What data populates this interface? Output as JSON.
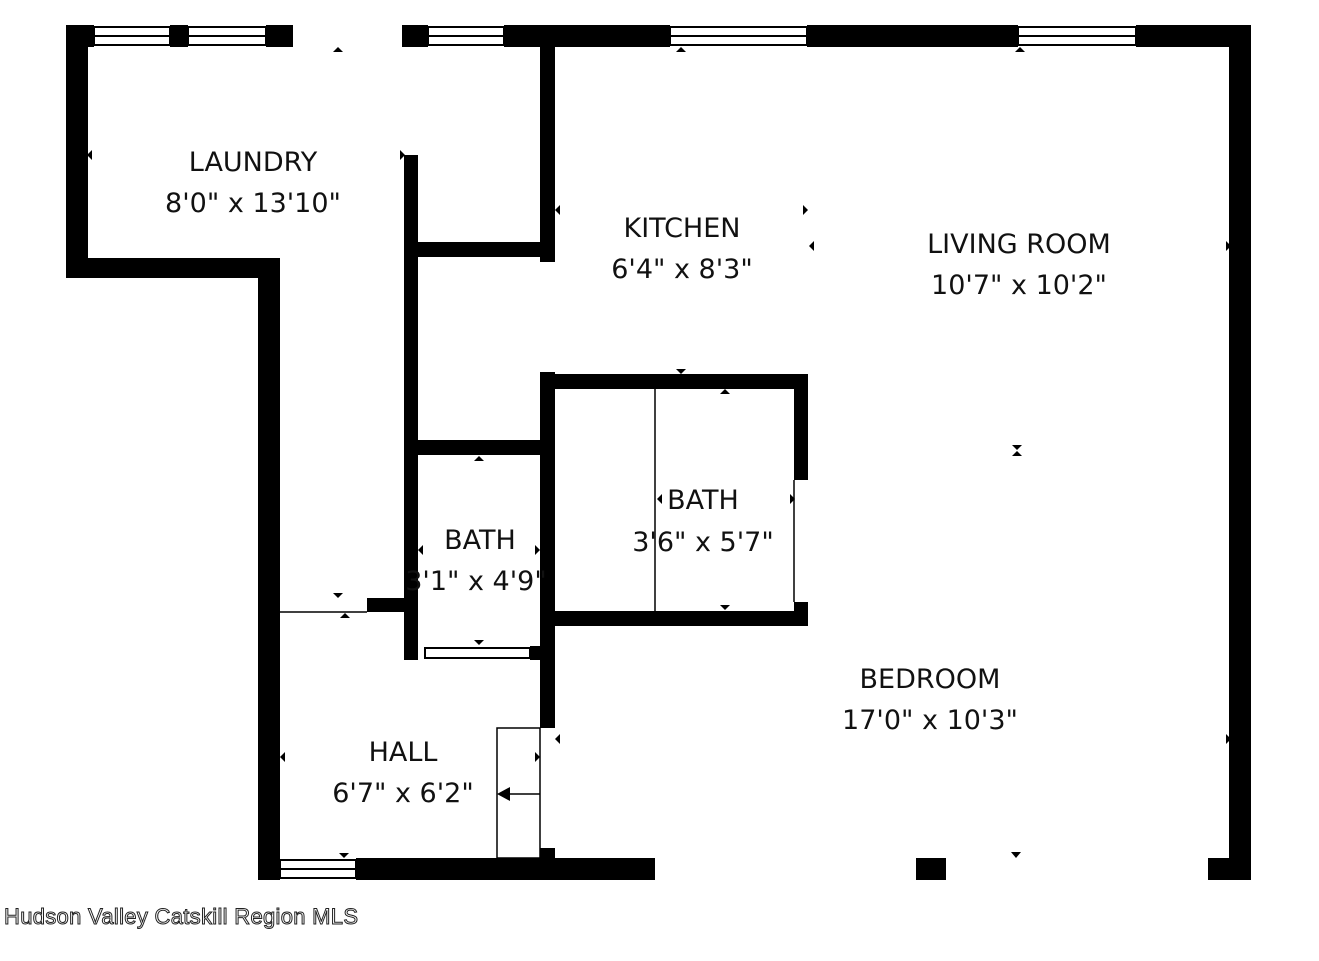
{
  "plan": {
    "rooms": [
      {
        "id": "laundry",
        "name": "LAUNDRY",
        "dims": "8'0\" x 13'10\""
      },
      {
        "id": "kitchen",
        "name": "KITCHEN",
        "dims": "6'4\" x 8'3\""
      },
      {
        "id": "living-room",
        "name": "LIVING ROOM",
        "dims": "10'7\" x 10'2\""
      },
      {
        "id": "bath-small",
        "name": "BATH",
        "dims": "3'1\" x 4'9\""
      },
      {
        "id": "bath-large",
        "name": "BATH",
        "dims": "3'6\" x 5'7\""
      },
      {
        "id": "hall",
        "name": "HALL",
        "dims": "6'7\" x 6'2\""
      },
      {
        "id": "bedroom",
        "name": "BEDROOM",
        "dims": "17'0\" x 10'3\""
      }
    ]
  },
  "watermark": "Hudson Valley Catskill Region MLS",
  "colors": {
    "wall": "#000000",
    "background": "#ffffff",
    "text": "#111111"
  }
}
